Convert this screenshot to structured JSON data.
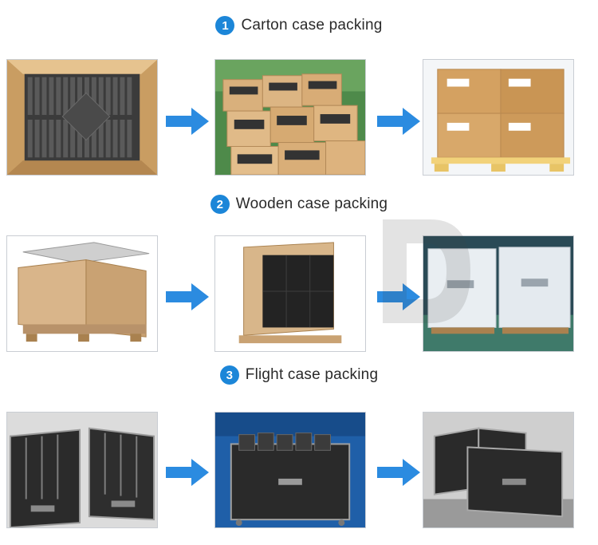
{
  "sections": [
    {
      "number": "1",
      "title": "Carton case packing"
    },
    {
      "number": "2",
      "title": "Wooden case packing"
    },
    {
      "number": "3",
      "title": "Flight case packing"
    }
  ],
  "colors": {
    "accent": "#1c86d8",
    "arrow": "#2b8be0",
    "cardboard": "#d9a86a",
    "wood": "#d8b68a",
    "flight_case": "#2b2b2b"
  },
  "icons": {
    "arrow": "arrow-right-icon",
    "watermark": "watermark-logo-icon"
  }
}
